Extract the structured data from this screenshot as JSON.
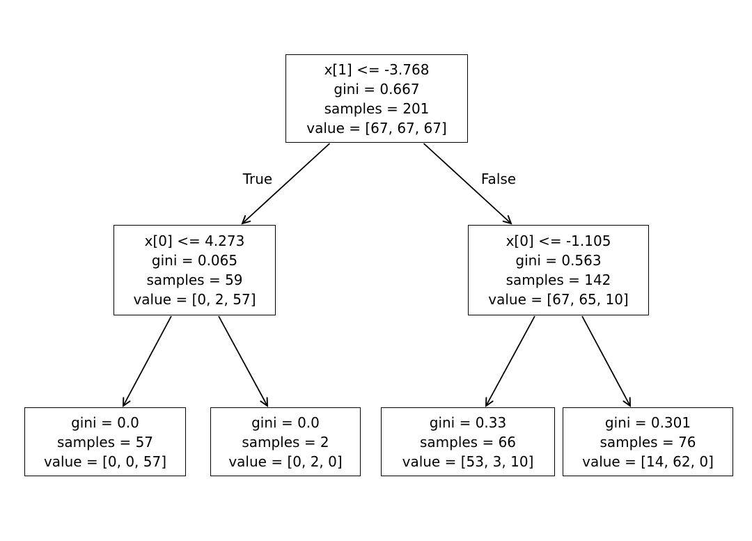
{
  "figure": {
    "kind": "decision-tree-plot",
    "colors": {
      "background": "#ffffff",
      "node_fill": "#ffffff",
      "node_border": "#000000",
      "text": "#000000",
      "edge": "#000000"
    }
  },
  "edge_labels": {
    "true": "True",
    "false": "False"
  },
  "nodes": {
    "root": {
      "condition": "x[1] <= -3.768",
      "gini": "gini = 0.667",
      "samples": "samples = 201",
      "value": "value = [67, 67, 67]"
    },
    "left": {
      "condition": "x[0] <= 4.273",
      "gini": "gini = 0.065",
      "samples": "samples = 59",
      "value": "value = [0, 2, 57]"
    },
    "right": {
      "condition": "x[0] <= -1.105",
      "gini": "gini = 0.563",
      "samples": "samples = 142",
      "value": "value = [67, 65, 10]"
    },
    "leaf1": {
      "gini": "gini = 0.0",
      "samples": "samples = 57",
      "value": "value = [0, 0, 57]"
    },
    "leaf2": {
      "gini": "gini = 0.0",
      "samples": "samples = 2",
      "value": "value = [0, 2, 0]"
    },
    "leaf3": {
      "gini": "gini = 0.33",
      "samples": "samples = 66",
      "value": "value = [53, 3, 10]"
    },
    "leaf4": {
      "gini": "gini = 0.301",
      "samples": "samples = 76",
      "value": "value = [14, 62, 0]"
    }
  }
}
